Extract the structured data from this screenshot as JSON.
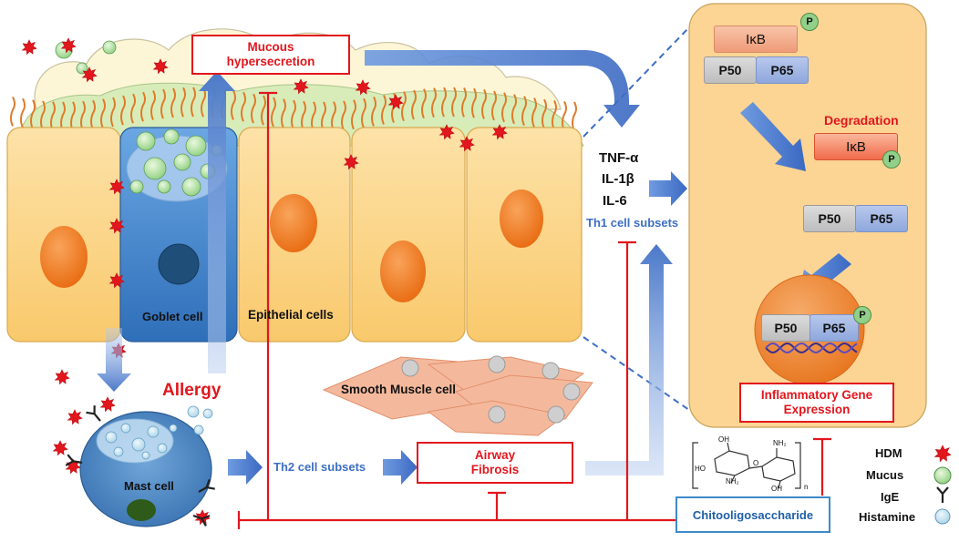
{
  "diagram": {
    "cells": {
      "goblet_label": "Goblet cell",
      "epithelial_label": "Epithelial cells",
      "smooth_muscle_label": "Smooth Muscle cell",
      "mast_label": "Mast cell"
    },
    "labels": {
      "mucous_hypersecretion": "Mucous hypersecretion",
      "allergy": "Allergy",
      "th2": "Th2 cell subsets",
      "airway_fibrosis": "Airway Fibrosis",
      "th1": "Th1 cell subsets",
      "chitooligosaccharide": "Chitooligosaccharide"
    },
    "cytokines": [
      "TNF-α",
      "IL-1β",
      "IL-6"
    ],
    "nfkb_panel": {
      "ikb": "IκB",
      "p50": "P50",
      "p65": "P65",
      "phospho": "P",
      "degradation": "Degradation",
      "gene_expression": "Inflammatory Gene Expression"
    },
    "structure": {
      "subscript_n": "n",
      "oh": "OH",
      "nh2": "NH₂",
      "ho": "HO",
      "o": "O"
    },
    "legend": {
      "items": [
        {
          "label": "HDM",
          "icon": "hdm-star-icon",
          "color": "#e2161d"
        },
        {
          "label": "Mucus",
          "icon": "mucus-circle-icon",
          "color": "#8fd07f"
        },
        {
          "label": "IgE",
          "icon": "ige-y-icon",
          "color": "#222222"
        },
        {
          "label": "Histamine",
          "icon": "histamine-circle-icon",
          "color": "#a9d3e8"
        }
      ]
    },
    "colors": {
      "inhibit_red": "#e2161d",
      "arrow_blue": "#4472c4",
      "panel_fill": "#fbd28f",
      "cell_fill": "#fbd28f",
      "nucleus": "#f07a1c"
    }
  }
}
